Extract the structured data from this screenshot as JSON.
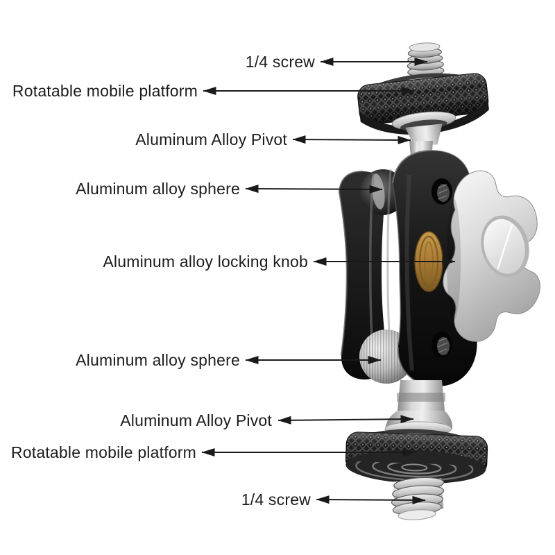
{
  "diagram": {
    "kind": "annotated-product-diagram",
    "background": "#ffffff",
    "text_color": "#1c1c1c",
    "arrow_color": "#1a1a1a",
    "part_colors": {
      "black_metal": "#161616",
      "silver_metal": "#c9c9c9",
      "knob_silver": "#e2e2e2",
      "brass_washer": "#a87a33"
    },
    "annotations": [
      {
        "label": "1/4 screw",
        "target": "top-quarter-screw"
      },
      {
        "label": "Rotatable mobile platform",
        "target": "top-rotatable-platform"
      },
      {
        "label": "Aluminum Alloy Pivot",
        "target": "upper-pivot-shaft"
      },
      {
        "label": "Aluminum alloy sphere",
        "target": "upper-sphere"
      },
      {
        "label": "Aluminum alloy locking knob",
        "target": "locking-knob"
      },
      {
        "label": "Aluminum alloy sphere",
        "target": "lower-sphere"
      },
      {
        "label": "Aluminum Alloy Pivot",
        "target": "lower-pivot-shaft"
      },
      {
        "label": "Rotatable mobile platform",
        "target": "bottom-rotatable-platform"
      },
      {
        "label": "1/4 screw",
        "target": "bottom-quarter-screw"
      }
    ]
  }
}
